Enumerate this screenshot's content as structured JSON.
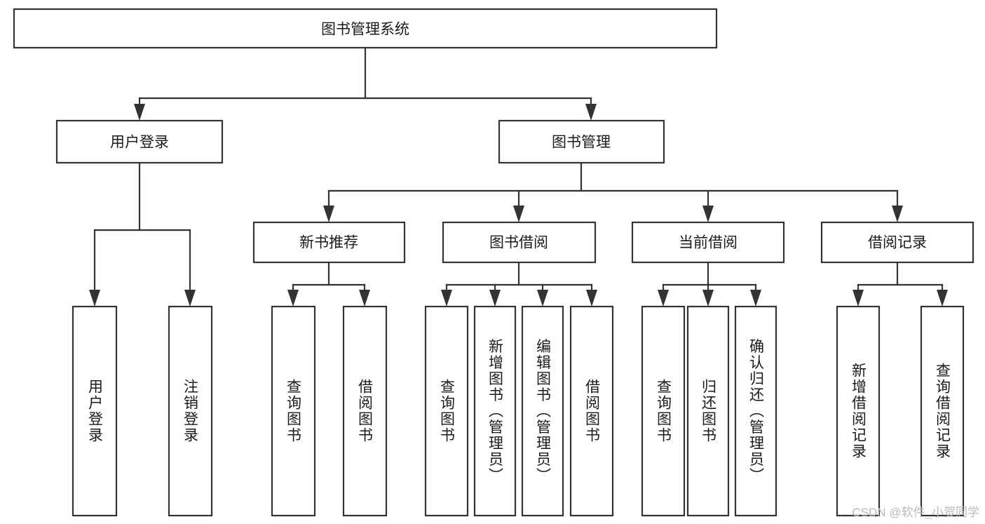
{
  "diagram": {
    "type": "tree-hierarchy",
    "title": "图书管理系统",
    "orientation": "top-down",
    "watermark": "CSDN @软件_小贺同学",
    "colors": {
      "background": "#ffffff",
      "box_fill": "#ffffff",
      "box_stroke": "#333333",
      "text": "#1a1a1a",
      "watermark": "#b9b9b9"
    },
    "levels": {
      "root": "图书管理系统",
      "level2": [
        "用户登录",
        "图书管理"
      ],
      "level3": [
        "新书推荐",
        "图书借阅",
        "当前借阅",
        "借阅记录"
      ]
    },
    "nodes": {
      "root": {
        "label": "图书管理系统"
      },
      "user_login": {
        "label": "用户登录"
      },
      "book_manage": {
        "label": "图书管理"
      },
      "new_book_rec": {
        "label": "新书推荐"
      },
      "book_borrow": {
        "label": "图书借阅"
      },
      "current_borrow": {
        "label": "当前借阅"
      },
      "borrow_record": {
        "label": "借阅记录"
      },
      "leaf_user_login": {
        "label": "用户登录"
      },
      "leaf_logout": {
        "label": "注销登录"
      },
      "leaf_query_book_1": {
        "label": "查询图书"
      },
      "leaf_borrow_book_1": {
        "label": "借阅图书"
      },
      "leaf_query_book_2": {
        "label": "查询图书"
      },
      "leaf_add_book": {
        "label": "新增图书（管理员）"
      },
      "leaf_edit_book": {
        "label": "编辑图书（管理员）"
      },
      "leaf_borrow_book_2": {
        "label": "借阅图书"
      },
      "leaf_query_book_3": {
        "label": "查询图书"
      },
      "leaf_return_book": {
        "label": "归还图书"
      },
      "leaf_confirm_return": {
        "label": "确认归还（管理员）"
      },
      "leaf_add_record": {
        "label": "新增借阅记录"
      },
      "leaf_query_record": {
        "label": "查询借阅记录"
      }
    },
    "edges": [
      {
        "from": "root",
        "to": "user_login"
      },
      {
        "from": "root",
        "to": "book_manage"
      },
      {
        "from": "user_login",
        "to": "leaf_user_login"
      },
      {
        "from": "user_login",
        "to": "leaf_logout"
      },
      {
        "from": "book_manage",
        "to": "new_book_rec"
      },
      {
        "from": "book_manage",
        "to": "book_borrow"
      },
      {
        "from": "book_manage",
        "to": "current_borrow"
      },
      {
        "from": "book_manage",
        "to": "borrow_record"
      },
      {
        "from": "new_book_rec",
        "to": "leaf_query_book_1"
      },
      {
        "from": "new_book_rec",
        "to": "leaf_borrow_book_1"
      },
      {
        "from": "book_borrow",
        "to": "leaf_query_book_2"
      },
      {
        "from": "book_borrow",
        "to": "leaf_add_book"
      },
      {
        "from": "book_borrow",
        "to": "leaf_edit_book"
      },
      {
        "from": "book_borrow",
        "to": "leaf_borrow_book_2"
      },
      {
        "from": "current_borrow",
        "to": "leaf_query_book_3"
      },
      {
        "from": "current_borrow",
        "to": "leaf_return_book"
      },
      {
        "from": "current_borrow",
        "to": "leaf_confirm_return"
      },
      {
        "from": "borrow_record",
        "to": "leaf_add_record"
      },
      {
        "from": "borrow_record",
        "to": "leaf_query_record"
      }
    ]
  }
}
